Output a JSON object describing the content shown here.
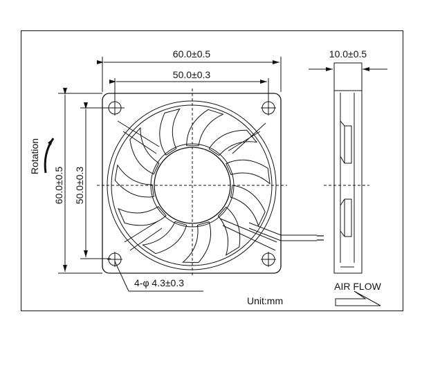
{
  "drawing": {
    "front_view": {
      "width_label": "60.0±0.5",
      "hole_spacing_label": "50.0±0.3",
      "height_label": "60.0±0.5",
      "vertical_hole_spacing_label": "50.0±0.3",
      "hole_label": "4-φ 4.3±0.3",
      "rotation_label": "Rotation"
    },
    "side_view": {
      "thickness_label": "10.0±0.5",
      "airflow_label": "AIR FLOW"
    },
    "unit_label": "Unit:mm"
  }
}
